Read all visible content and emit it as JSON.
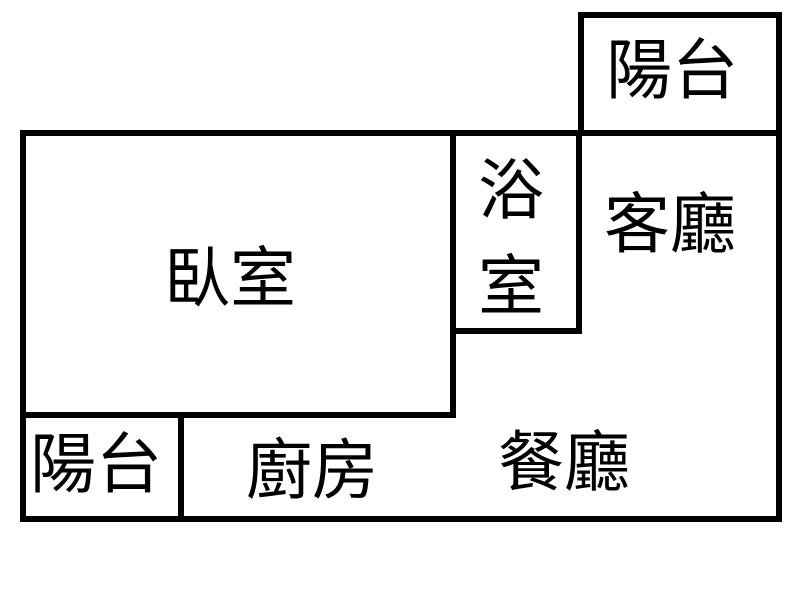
{
  "rooms": {
    "balcony_top": {
      "label": "陽台"
    },
    "bathroom": {
      "label_line1": "浴",
      "label_line2": "室"
    },
    "living_room": {
      "label": "客廳"
    },
    "bedroom": {
      "label": "臥室"
    },
    "balcony_bottom": {
      "label": "陽台"
    },
    "kitchen": {
      "label": "廚房"
    },
    "dining_room": {
      "label": "餐廳"
    }
  },
  "colors": {
    "wall": "#000000",
    "background": "#ffffff"
  }
}
